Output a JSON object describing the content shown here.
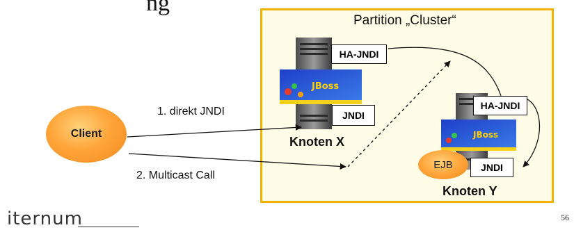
{
  "slide": {
    "title_fragment": "ng",
    "page_number": "56",
    "logo_text": "iternum"
  },
  "partition": {
    "label": "Partition „Cluster“"
  },
  "client": {
    "label": "Client"
  },
  "edges": {
    "direct": "1. direkt JNDI",
    "multicast": "2. Multicast Call"
  },
  "node_x": {
    "caption": "Knoten X",
    "ha_jndi": "HA-JNDI",
    "jndi": "JNDI"
  },
  "node_y": {
    "caption": "Knoten Y",
    "ha_jndi": "HA-JNDI",
    "jndi": "JNDI",
    "ejb": "EJB"
  },
  "colors": {
    "partition_border": "#f0b400",
    "partition_fill": "#fffde7",
    "client_fill": "#ffa53a"
  }
}
